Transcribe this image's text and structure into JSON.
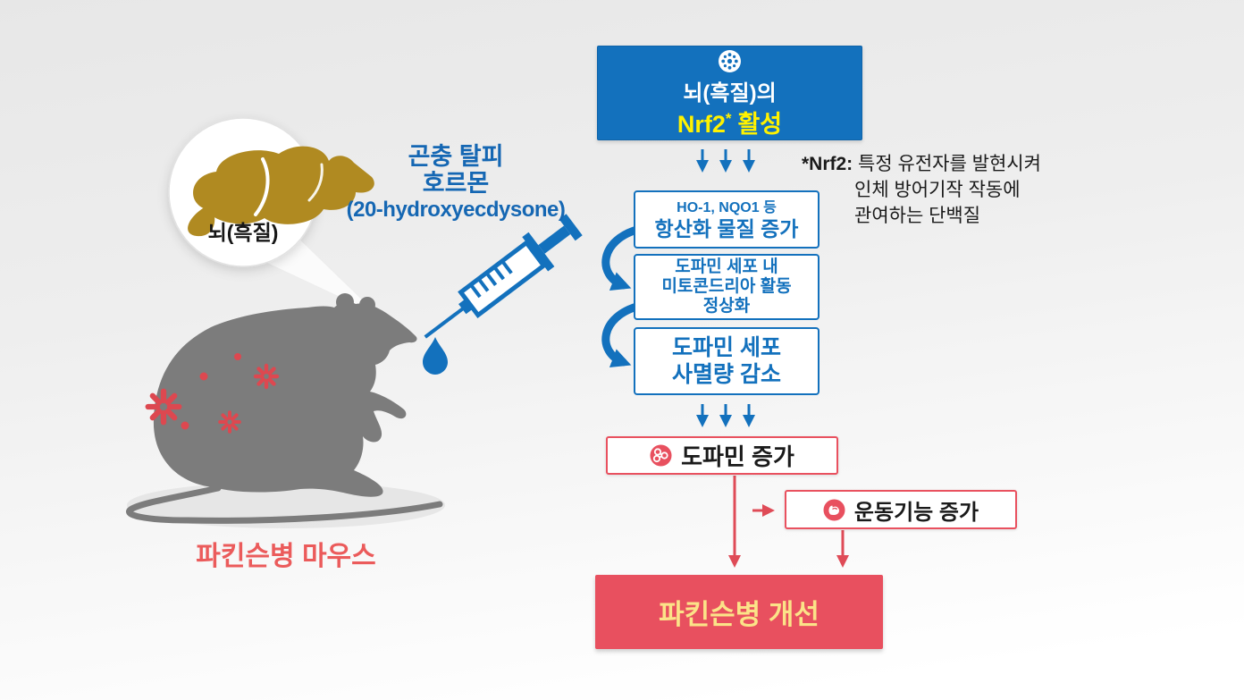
{
  "left_panel": {
    "brain_callout_label": "뇌(흑질)",
    "mouse_caption": "파킨슨병 마우스"
  },
  "hormone_label": {
    "line1": "곤충 탈피",
    "line2": "호르몬",
    "line3": "(20-hydroxyecdysone)"
  },
  "flowchart": {
    "top_box": {
      "title": "뇌(흑질)의",
      "nrf2": "Nrf2",
      "asterisk": "*",
      "suffix": "활성"
    },
    "boxes": [
      {
        "lines": [
          "HO-1, NQO1 등",
          "항산화 물질 증가"
        ]
      },
      {
        "lines": [
          "도파민 세포 내",
          "미토콘드리아 활동",
          "정상화"
        ]
      },
      {
        "lines": [
          "도파민 세포",
          "사멸량 감소"
        ]
      }
    ],
    "dopamine_label": "도파민 증가",
    "motor_label": "운동기능 증가",
    "result_label": "파킨슨병 개선"
  },
  "footnote": {
    "term": "*Nrf2:",
    "lines": [
      "특정 유전자를 발현시켜",
      "인체 방어기작 작동에",
      "관여하는 단백질"
    ]
  },
  "icons": {
    "top_box_icon": "brain-cell-icon",
    "dopamine_icon": "molecule-icon",
    "motor_icon": "muscle-icon"
  },
  "colors": {
    "blue": "#1371BD",
    "yellow": "#FFF200",
    "red": "#E8505F",
    "result_text": "#FBE388",
    "mouse_gray": "#7C7C7C",
    "brain_gold": "#B08A21",
    "caption_red": "#EB5B5B"
  }
}
